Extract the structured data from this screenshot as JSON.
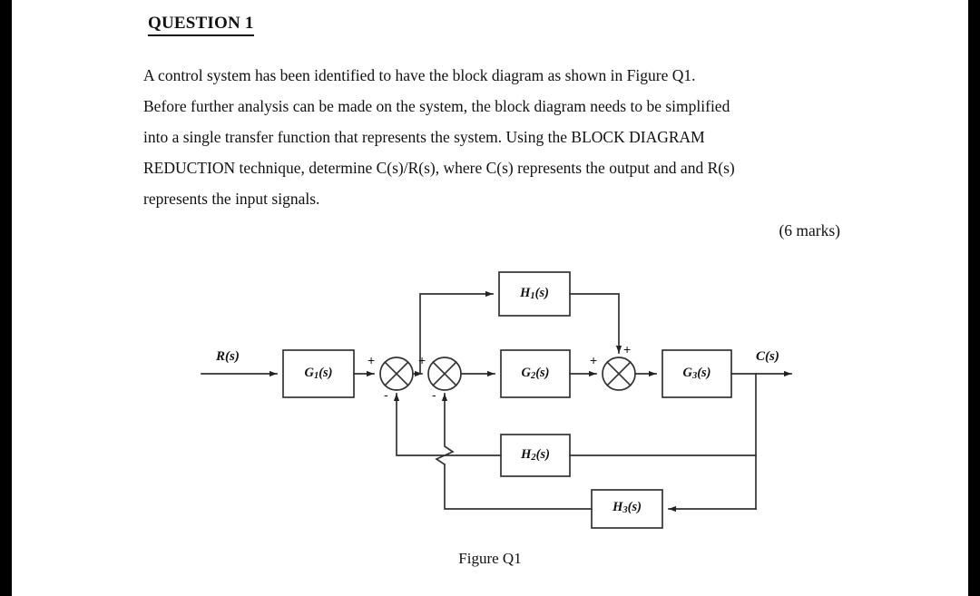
{
  "document": {
    "question_title": "QUESTION 1",
    "paragraph": "A control system has been identified to have the block diagram as shown in Figure Q1. Before further analysis can be made on the system, the block diagram needs to be simplified into a single transfer function that represents the system. Using the BLOCK DIAGRAM REDUCTION technique, determine C(s)/R(s), where C(s) represents the output and and R(s) represents the input signals.",
    "lines": [
      "A control system has been identified to have the block diagram as shown in Figure Q1.",
      "Before further analysis can be made on the system, the block diagram needs to be simplified",
      "into a single transfer function that represents the system. Using the BLOCK DIAGRAM",
      "REDUCTION technique, determine C(s)/R(s), where C(s) represents the output and and R(s)",
      "represents the input signals."
    ],
    "marks": "(6 marks)",
    "figure_caption": "Figure Q1"
  },
  "diagram": {
    "input_label": "R(s)",
    "output_label": "C(s)",
    "blocks": [
      {
        "id": "H1",
        "base": "H",
        "sub": "1",
        "suffix": "(s)"
      },
      {
        "id": "G1",
        "base": "G",
        "sub": "1",
        "suffix": "(s)"
      },
      {
        "id": "G2",
        "base": "G",
        "sub": "2",
        "suffix": "(s)"
      },
      {
        "id": "G3",
        "base": "G",
        "sub": "3",
        "suffix": "(s)"
      },
      {
        "id": "H2",
        "base": "H",
        "sub": "2",
        "suffix": "(s)"
      },
      {
        "id": "H3",
        "base": "H",
        "sub": "3",
        "suffix": "(s)"
      }
    ],
    "summing_junctions": [
      {
        "id": "sum1",
        "left_sign": "+",
        "bottom_sign": "-"
      },
      {
        "id": "sum2",
        "left_sign": "+",
        "bottom_sign": "-"
      },
      {
        "id": "sum3",
        "left_sign": "+",
        "top_sign": "+"
      }
    ],
    "line_color": "#333333"
  }
}
